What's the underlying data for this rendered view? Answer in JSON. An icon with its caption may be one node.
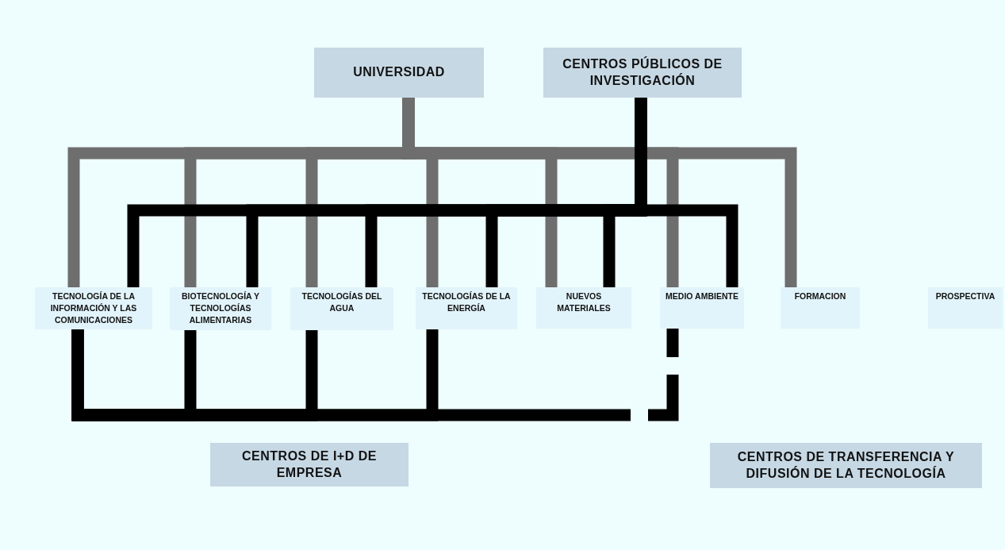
{
  "diagram": {
    "nodes": [
      {
        "text": [
          "UNIVERSIDAD"
        ]
      },
      {
        "text": [
          "CENTROS PÚBLICOS DE INVESTIGACIÓN"
        ]
      },
      {
        "text": [
          "TECNOLOGÍA DE LA INFORMACIÓN Y LAS COMUNICACIONES"
        ]
      },
      {
        "text": [
          "BIOTECNOLOGÍA Y TECNOLOGÍAS ALIMENTARIAS"
        ]
      },
      {
        "text": [
          "TECNOLOGÍAS DEL AGUA"
        ]
      },
      {
        "text": [
          "TECNOLOGÍAS DE LA ENERGÍA"
        ]
      },
      {
        "text": [
          "NUEVOS MATERIALES"
        ]
      },
      {
        "text": [
          "MEDIO AMBIENTE"
        ]
      },
      {
        "text": [
          "FORMACION"
        ]
      },
      {
        "text": [
          "PROSPECTIVA"
        ]
      },
      {
        "text": [
          "CENTROS DE I+D DE EMPRESA"
        ]
      },
      {
        "text": [
          "CENTROS DE TRANSFERENCIA Y DIFUSIÓN DE LA TECNOLOGÍA"
        ]
      }
    ],
    "edges": [
      {
        "from": 0,
        "to": 2,
        "arrow": "none",
        "color": "#6e6e6e"
      },
      {
        "from": 0,
        "to": 3,
        "arrow": "none",
        "color": "#6e6e6e"
      },
      {
        "from": 0,
        "to": 4,
        "arrow": "none",
        "color": "#6e6e6e"
      },
      {
        "from": 0,
        "to": 5,
        "arrow": "none",
        "color": "#6e6e6e"
      },
      {
        "from": 0,
        "to": 6,
        "arrow": "none",
        "color": "#6e6e6e"
      },
      {
        "from": 0,
        "to": 7,
        "arrow": "none",
        "color": "#6e6e6e"
      },
      {
        "from": 0,
        "to": 8,
        "arrow": "none",
        "color": "#6e6e6e"
      },
      {
        "from": 1,
        "to": 2,
        "arrow": "none"
      },
      {
        "from": 1,
        "to": 3,
        "arrow": "none"
      },
      {
        "from": 1,
        "to": 4,
        "arrow": "none"
      },
      {
        "from": 1,
        "to": 5,
        "arrow": "none"
      },
      {
        "from": 1,
        "to": 6,
        "arrow": "none"
      },
      {
        "from": 1,
        "to": 7,
        "arrow": "none"
      },
      {
        "from": 2,
        "to": 3,
        "arrow": "none"
      },
      {
        "from": 2,
        "to": 4,
        "arrow": "none"
      },
      {
        "from": 2,
        "to": 5,
        "arrow": "none"
      },
      {
        "from": 2,
        "to": 7,
        "arrow": "none",
        "style": "dashed"
      }
    ]
  }
}
